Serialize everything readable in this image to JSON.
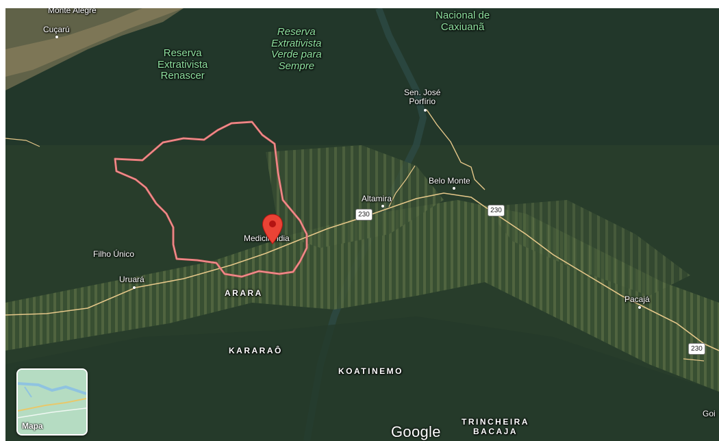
{
  "map": {
    "type": "satellite",
    "areas": {
      "renascer": "Reserva\nExtrativista\nRenascer",
      "verde": "Reserva\nExtrativista\nVerde para\nSempre",
      "caxiuana": "Nacional de\nCaxiuanã"
    },
    "towns": {
      "monte_alegre": "Monte Alegre",
      "cucaru": "Cuçarú",
      "sen_jose": "Sen. José\nPorfírio",
      "belo_monte": "Belo Monte",
      "altamira": "Altamira",
      "medicilandia": "Medicilândia",
      "filho_unico": "Filho Único",
      "uruara": "Uruará",
      "pacaja": "Pacajá",
      "goi": "Goi"
    },
    "indigenous": {
      "arara": "ARARA",
      "kararao": "KARARAÔ",
      "koatinemo": "KOATINEMO",
      "trincheira": "TRINCHEIRA\nBACAJA"
    },
    "road": {
      "number": "230"
    },
    "highlight_color": "#e46c6c",
    "pin_color": "#ea4335"
  },
  "minimap": {
    "label": "Mapa"
  },
  "attribution": {
    "logo": "Google"
  }
}
